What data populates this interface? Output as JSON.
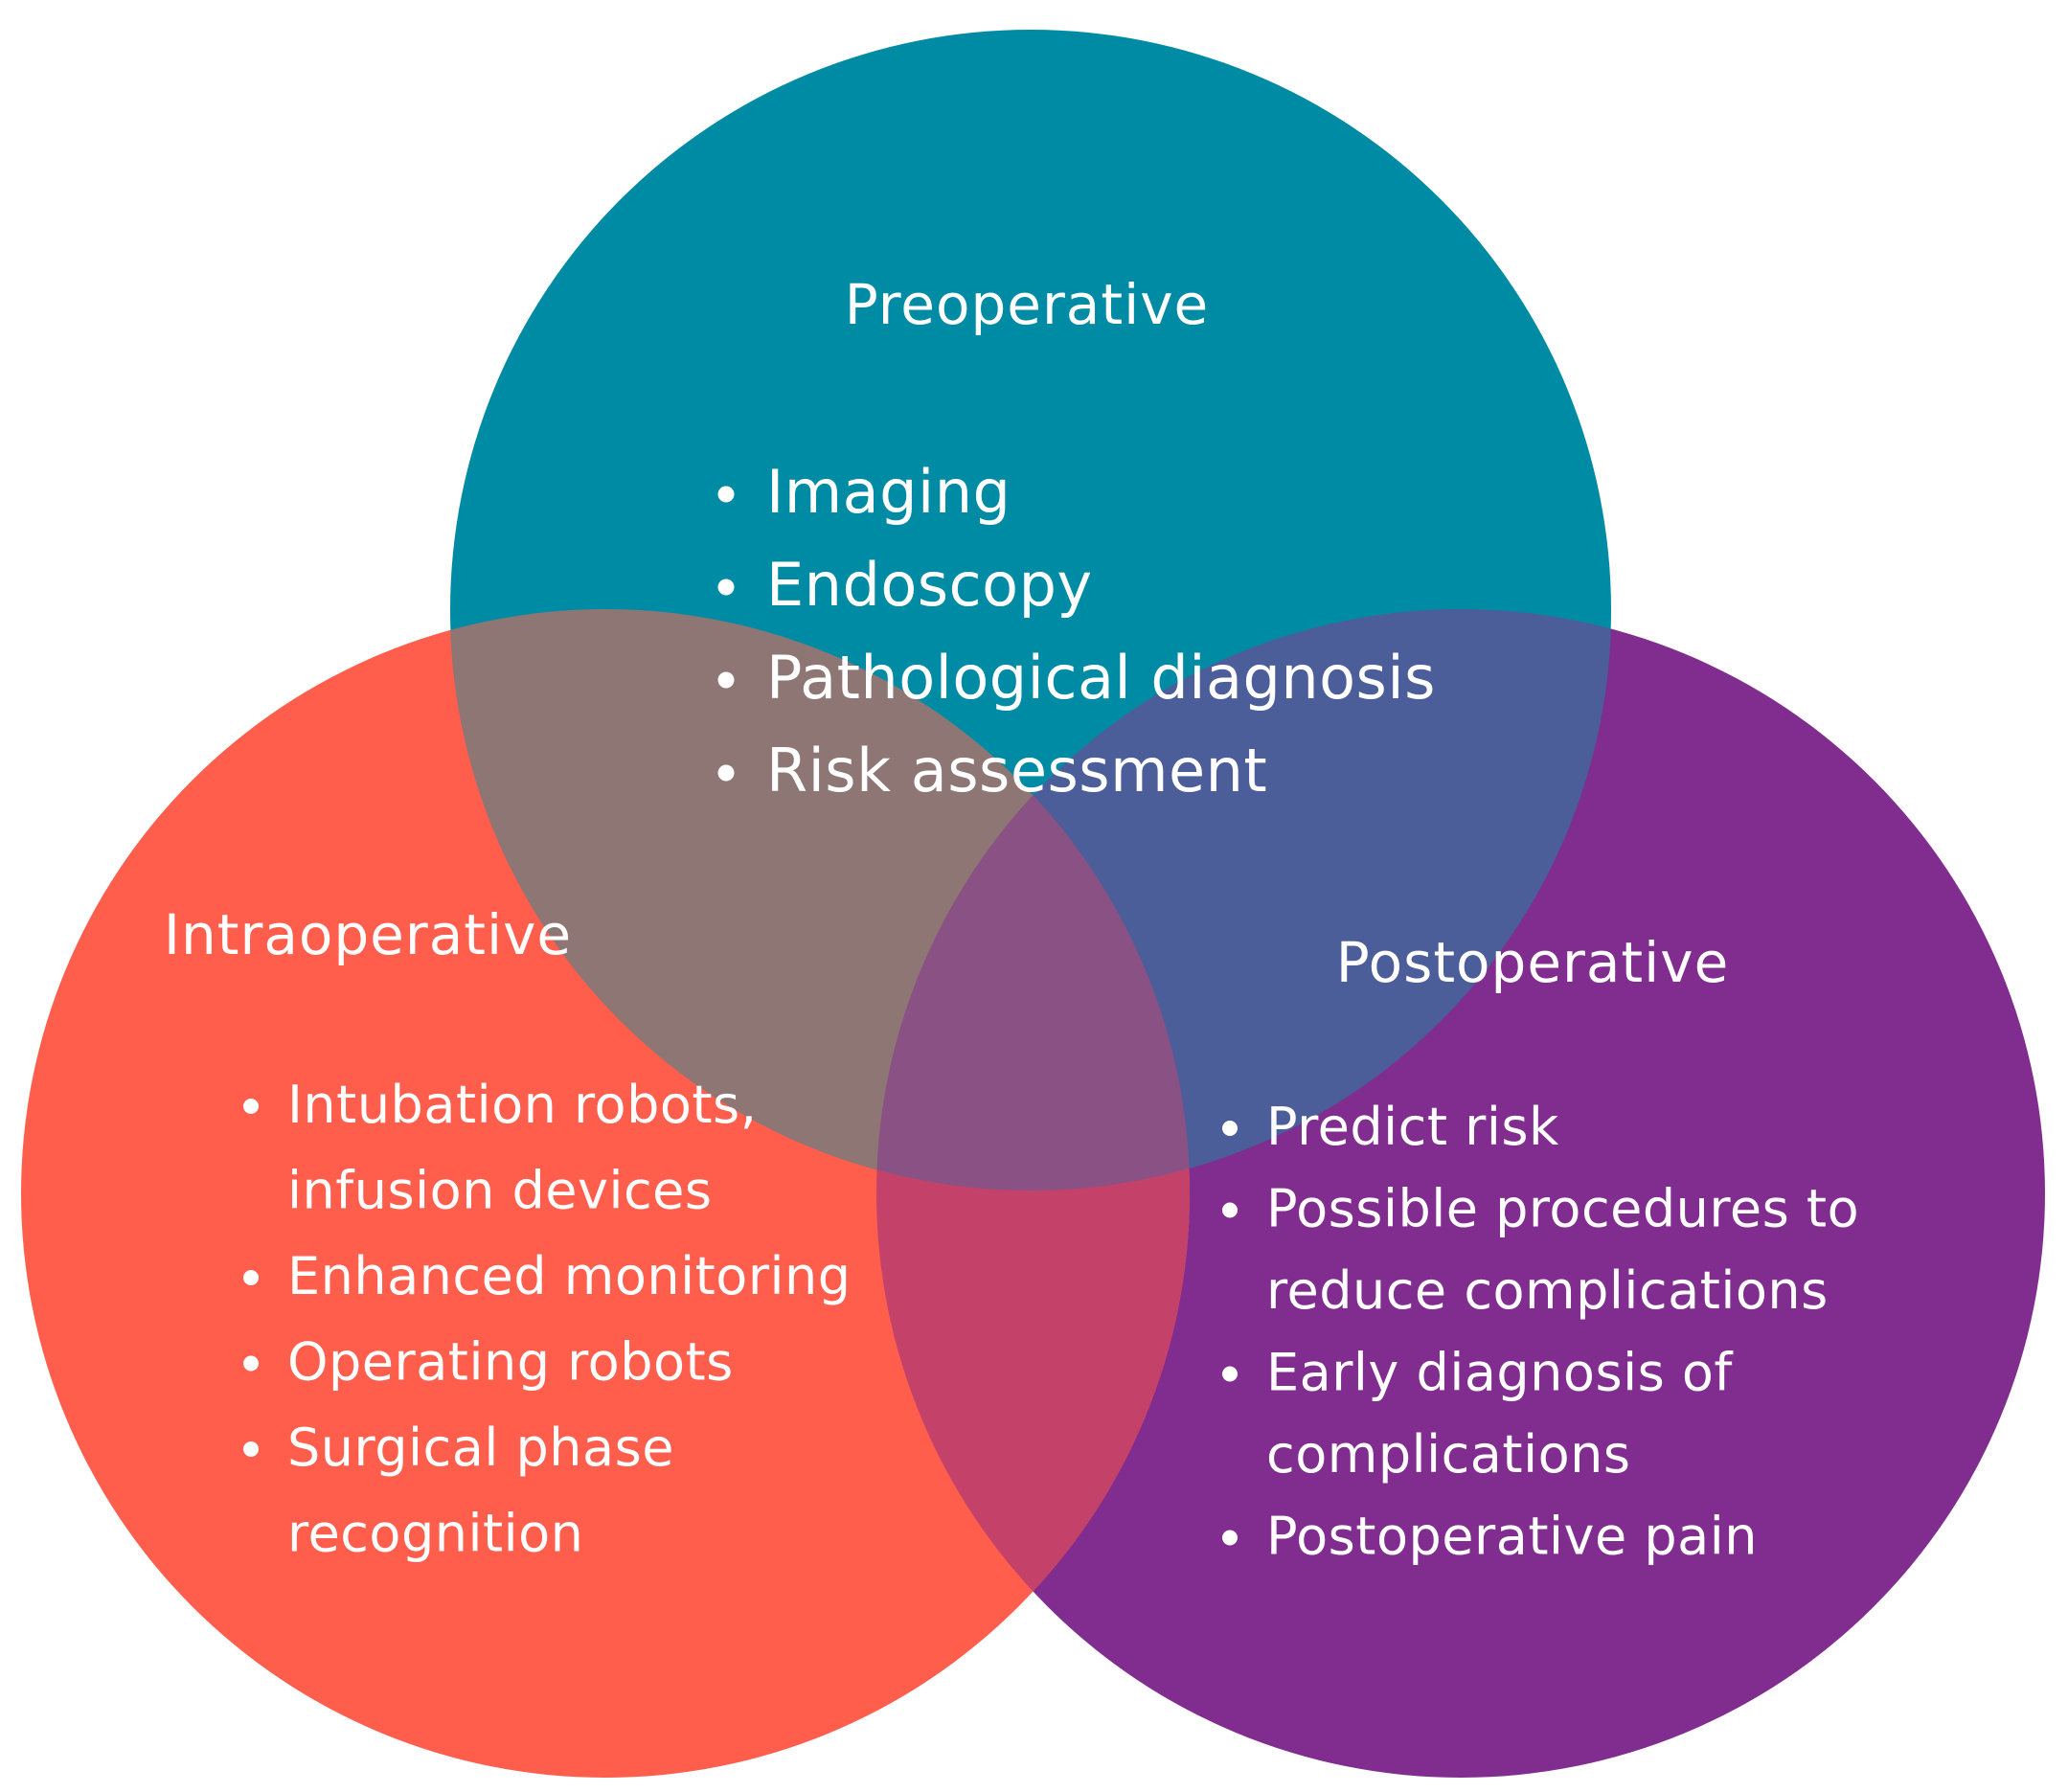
{
  "colors": {
    "preoperative": "#008ba4",
    "intraoperative": "#ff5e4c",
    "postoperative": "#812d8f",
    "text": "#ffffff",
    "background": "#ffffff"
  },
  "circles": {
    "preoperative": {
      "label": "Preoperative",
      "items": [
        [
          "Imaging"
        ],
        [
          "Endoscopy"
        ],
        [
          "Pathological diagnosis"
        ],
        [
          "Risk assessment"
        ]
      ]
    },
    "intraoperative": {
      "label": "Intraoperative",
      "items": [
        [
          "Intubation robots,",
          "infusion devices"
        ],
        [
          "Enhanced monitoring"
        ],
        [
          "Operating robots"
        ],
        [
          "Surgical phase",
          "recognition"
        ]
      ]
    },
    "postoperative": {
      "label": "Postoperative",
      "items": [
        [
          "Predict risk"
        ],
        [
          "Possible procedures to",
          "reduce complications"
        ],
        [
          "Early diagnosis of",
          "complications"
        ],
        [
          "Postoperative pain"
        ]
      ]
    }
  }
}
